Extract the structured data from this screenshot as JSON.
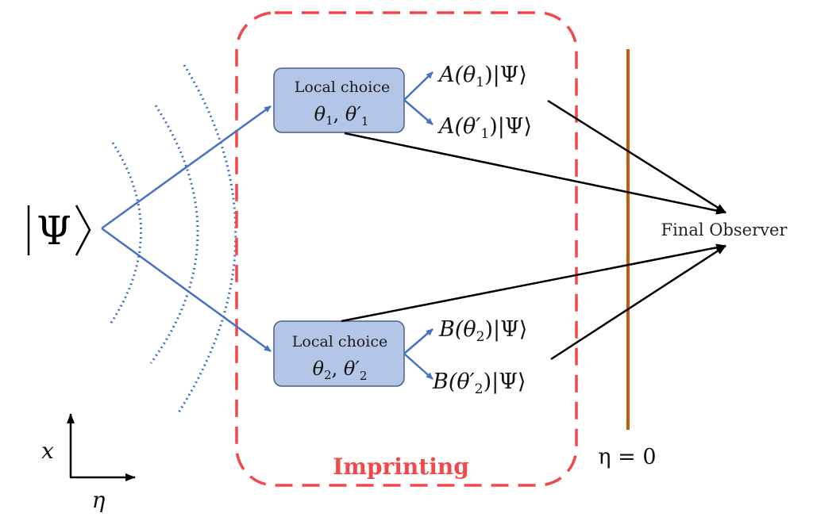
{
  "state": {
    "ket_symbol": "Ψ",
    "ket_left": "|",
    "ket_right": "⟩"
  },
  "imprinting": {
    "label": "Imprinting",
    "color": "#f0484b"
  },
  "box_top": {
    "title": "Local choice",
    "params_a": "θ",
    "params_a_sub": "1",
    "params_sep": ", ",
    "params_b": "θ′",
    "params_b_sub": "1",
    "fill": "#b4c6e7",
    "stroke": "#4a5f8a"
  },
  "box_bottom": {
    "title": "Local choice",
    "params_a": "θ",
    "params_a_sub": "2",
    "params_sep": ", ",
    "params_b": "θ′",
    "params_b_sub": "2",
    "fill": "#b4c6e7",
    "stroke": "#4a5f8a"
  },
  "outcomes": {
    "a1": {
      "op": "A(θ",
      "sub": "1",
      "close": ")|Ψ⟩"
    },
    "a1p": {
      "op": "A(θ′",
      "sub": "1",
      "close": ")|Ψ⟩"
    },
    "b2": {
      "op": "B(θ",
      "sub": "2",
      "close": ")|Ψ⟩"
    },
    "b2p": {
      "op": "B(θ′",
      "sub": "2",
      "close": ")|Ψ⟩"
    }
  },
  "observer": {
    "label": "Final Observer"
  },
  "boundary": {
    "label": "η = 0",
    "color": "#c55a11"
  },
  "axes": {
    "x_label": "x",
    "eta_label": "η"
  },
  "colors": {
    "arrow_blue": "#4472c4",
    "arrow_black": "#000000",
    "wave": "#4472c4"
  }
}
